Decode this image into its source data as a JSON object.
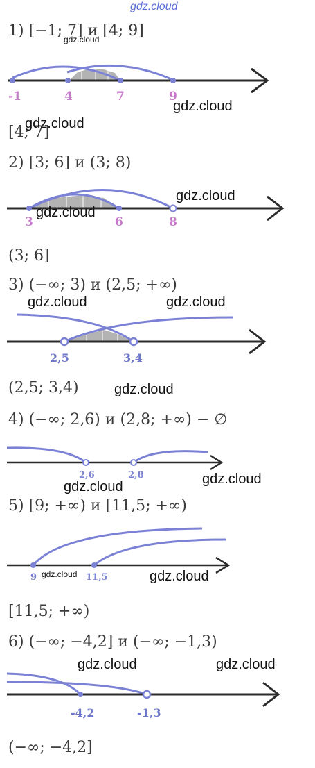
{
  "watermark": "gdz.cloud",
  "tasks": [
    {
      "statement": "1) [−1; 7]  и [4; 9]",
      "answer": "[4; 7]",
      "points": [
        "-1",
        "4",
        "7",
        "9"
      ]
    },
    {
      "statement": "2) [3; 6] и  (3; 8)",
      "answer": "(3; 6]",
      "points": [
        "3",
        "6",
        "8"
      ]
    },
    {
      "statement": "3) (−∞; 3) и (2,5;  +∞)",
      "answer": "(2,5; 3,4)",
      "points": [
        "2,5",
        "3,4"
      ]
    },
    {
      "statement": "4) (−∞; 2,6) и (2,8; +∞) − ∅",
      "answer": "",
      "points": [
        "2,6",
        "2,8"
      ]
    },
    {
      "statement": "5) [9;  +∞) и  [11,5;  +∞)",
      "answer": "[11,5;  +∞)",
      "points": [
        "9",
        "11,5"
      ]
    },
    {
      "statement": "6) (−∞;  −4,2] и  (−∞;  −1,3)",
      "answer": "(−∞;  −4,2]",
      "points": [
        "-4,2",
        "-1,3"
      ]
    }
  ],
  "colors": {
    "axis": "#2b2b2b",
    "arc": "#7b82d6",
    "shade": "#b3b3b3",
    "label_pink": "#c57ac8",
    "label_blue": "#6d77c9",
    "text": "#3b3b3b"
  }
}
